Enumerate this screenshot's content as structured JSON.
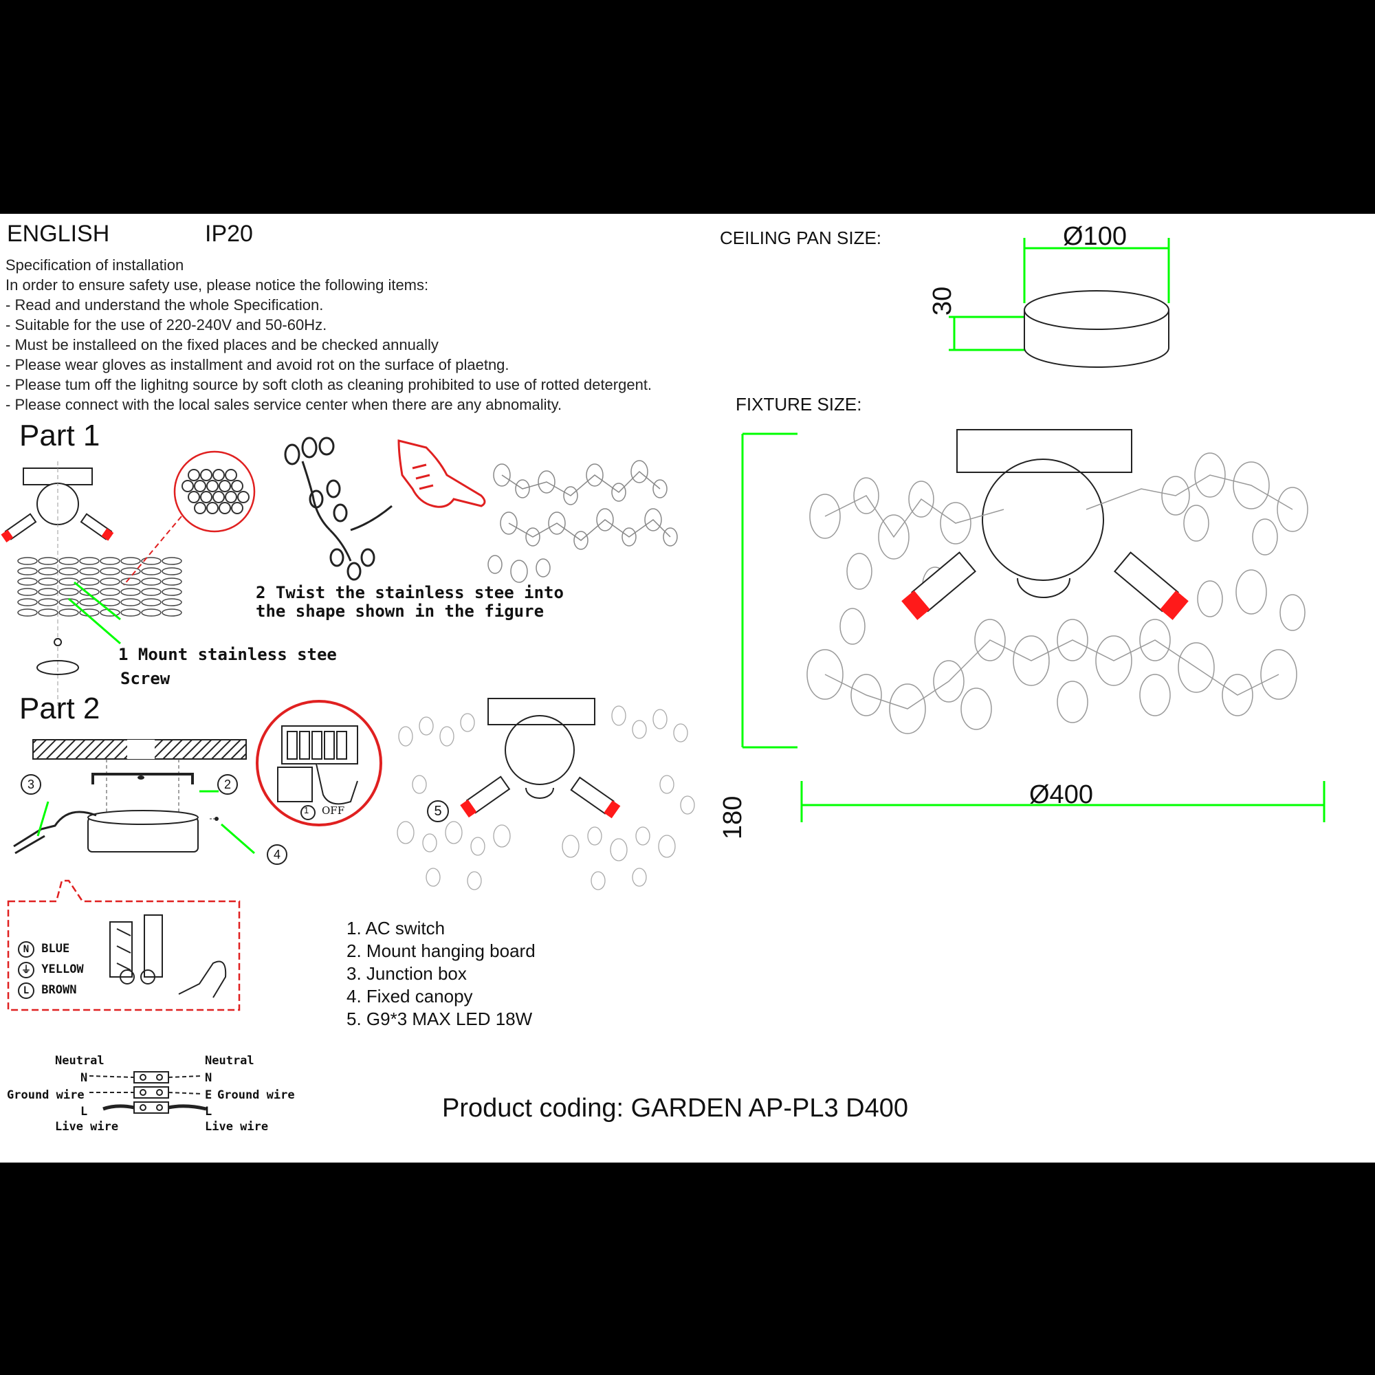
{
  "header": {
    "language": "ENGLISH",
    "ip_rating": "IP20"
  },
  "specification": {
    "title": "Specification of installation",
    "intro": "In order to ensure safety use, please notice the following items:",
    "items": [
      "- Read and understand the whole Specification.",
      "- Suitable for the use of 220-240V and 50-60Hz.",
      "- Must be installeed on the fixed places and be checked annually",
      "- Please wear gloves as installment and avoid rot on the surface of plaetng.",
      "- Please tum off the lighitng source by soft cloth as cleaning prohibited to use of rotted detergent.",
      "- Please connect with the local sales service center when there are any abnomality."
    ]
  },
  "part1": {
    "title": "Part 1",
    "step2_line1": "2 Twist the stainless stee  into",
    "step2_line2": "the shape shown in the figure",
    "step1": "1 Mount stainless stee",
    "screw": "Screw"
  },
  "part2": {
    "title": "Part 2",
    "switch_label": "OFF",
    "callouts": [
      "1",
      "2",
      "3",
      "4",
      "5"
    ],
    "wires": [
      {
        "letter": "N",
        "color": "BLUE"
      },
      {
        "letter": "⏚",
        "color": "YELLOW"
      },
      {
        "letter": "L",
        "color": "BROWN"
      }
    ]
  },
  "legend": [
    "1. AC switch",
    "2. Mount hanging board",
    "3. Junction box",
    "4. Fixed canopy",
    "5. G9*3 MAX LED 18W"
  ],
  "wiring": {
    "neutral": "Neutral",
    "ground": "Ground wire",
    "live": "Live wire",
    "n": "N",
    "e": "E",
    "l": "L"
  },
  "dimensions": {
    "ceiling_label": "CEILING PAN  SIZE:",
    "pan_diameter": "Ø100",
    "pan_height": "30",
    "fixture_label": "FIXTURE SIZE:",
    "fixture_height": "180",
    "fixture_diameter": "Ø400"
  },
  "product_coding": "Product coding: GARDEN AP-PL3 D400",
  "colors": {
    "dimension_line": "#00ff00",
    "bulb": "#ff1a1a",
    "callout_red": "#e02020"
  }
}
